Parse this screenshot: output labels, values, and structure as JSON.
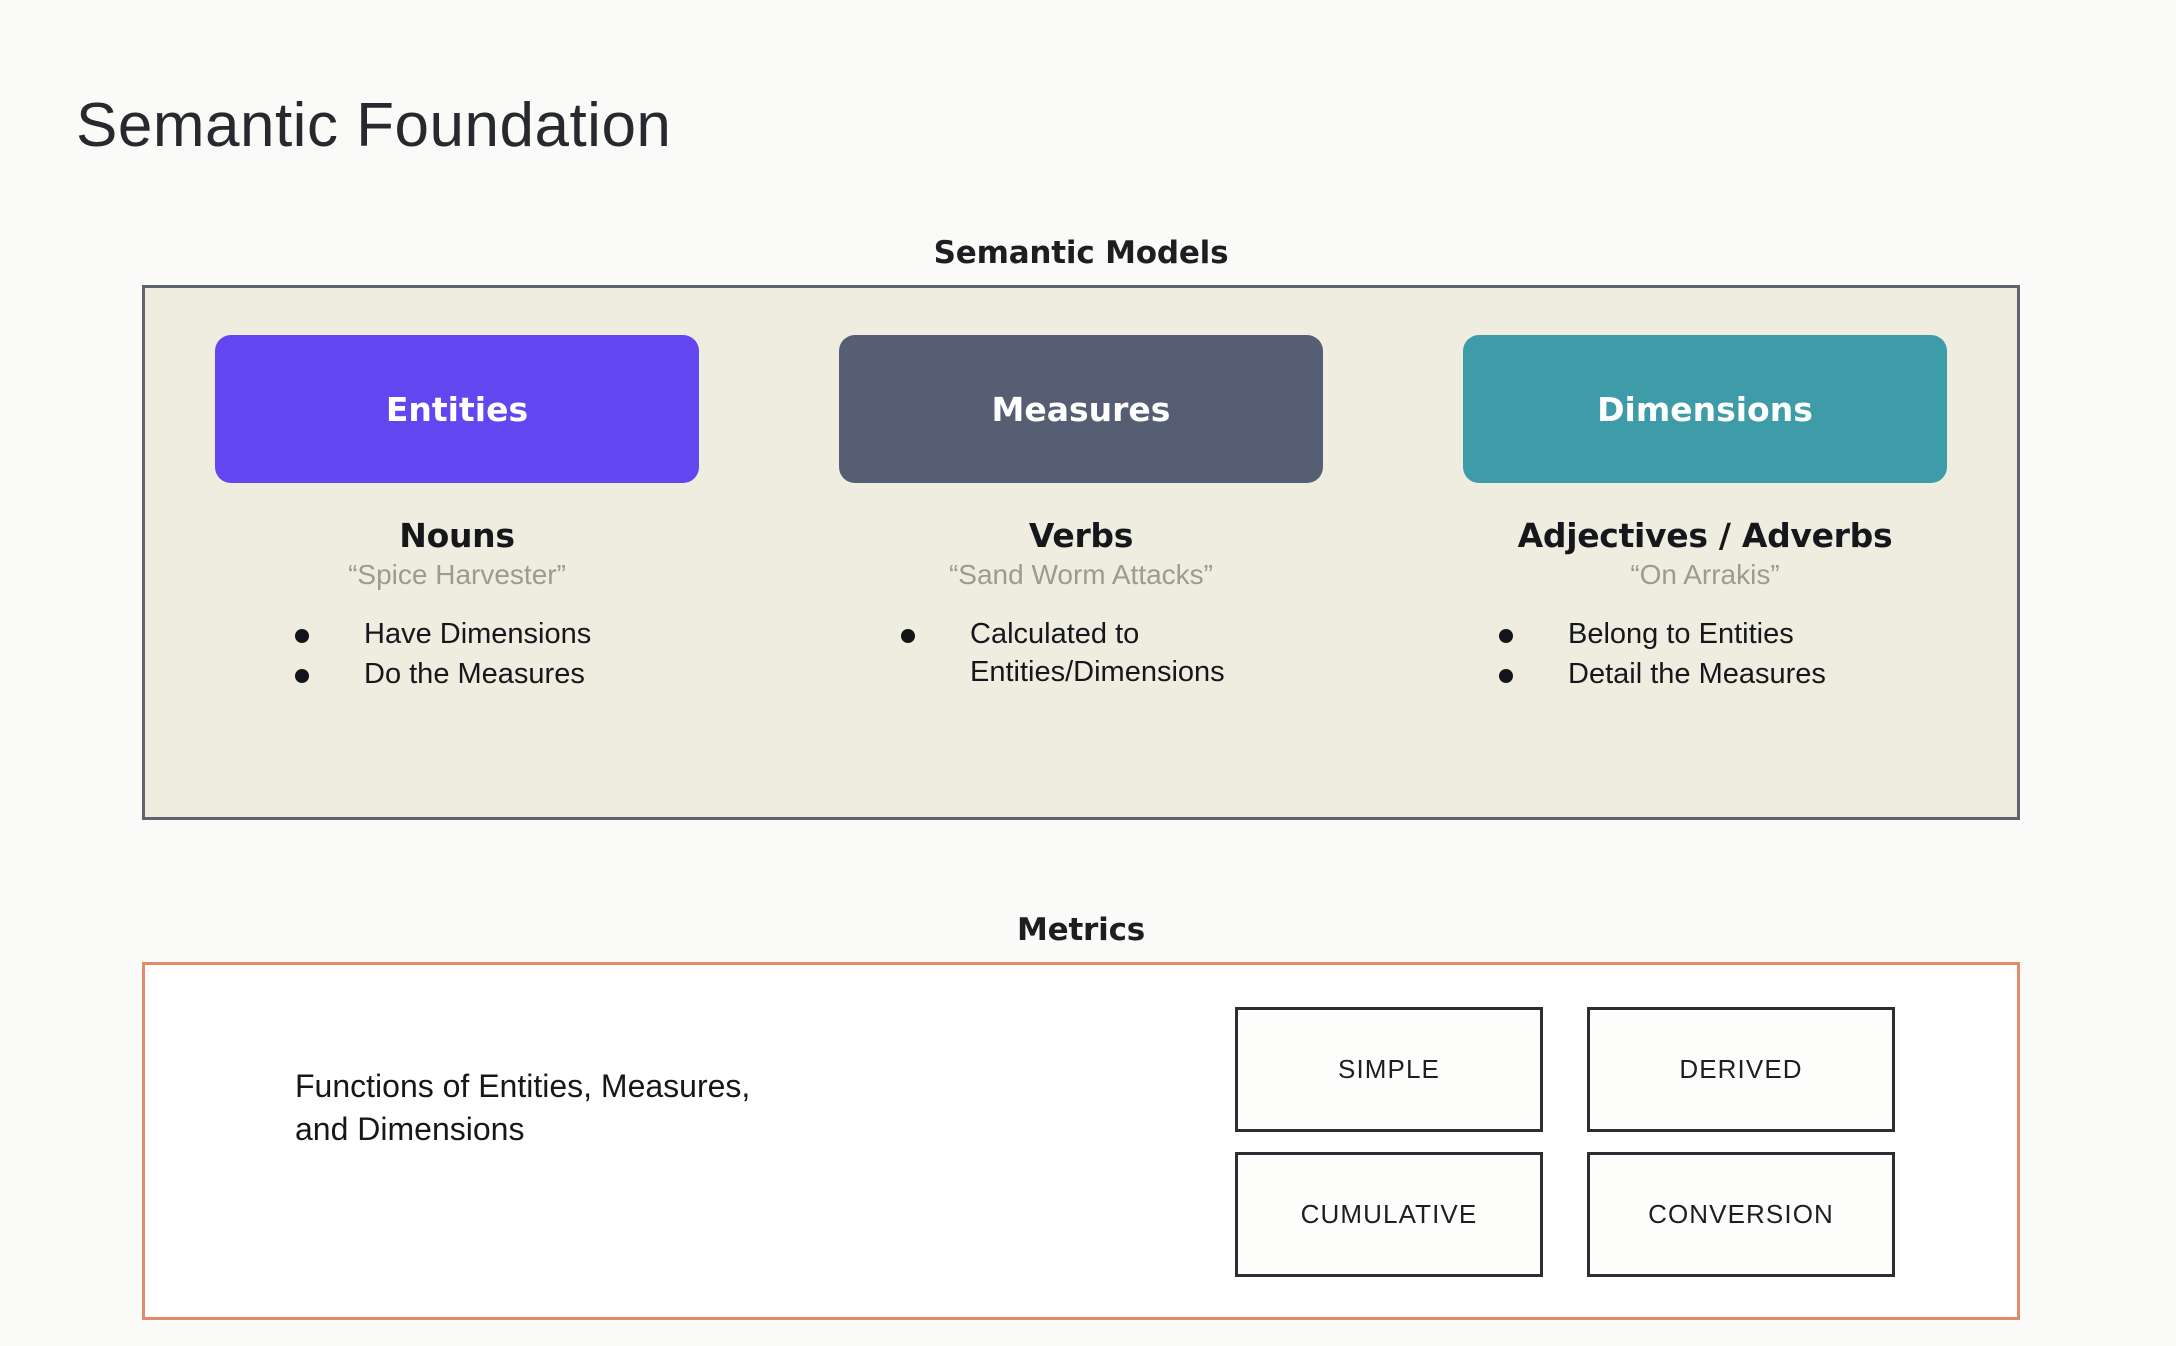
{
  "page": {
    "title": "Semantic Foundation",
    "background_color": "#FAFAF8"
  },
  "semantic_models": {
    "caption": "Semantic Models",
    "panel_background": "#EFEDE0",
    "panel_border_color": "#5D6470",
    "columns": [
      {
        "chip_label": "Entities",
        "chip_color": "#6246F0",
        "part_of_speech": "Nouns",
        "example": "“Spice Harvester”",
        "bullets": [
          "Have Dimensions",
          "Do the Measures"
        ]
      },
      {
        "chip_label": "Measures",
        "chip_color": "#555E72",
        "part_of_speech": "Verbs",
        "example": "“Sand Worm Attacks”",
        "bullets": [
          "Calculated to\nEntities/Dimensions"
        ]
      },
      {
        "chip_label": "Dimensions",
        "chip_color": "#3D9CA8",
        "part_of_speech": "Adjectives / Adverbs",
        "example": "“On Arrakis”",
        "bullets": [
          "Belong to Entities",
          "Detail the Measures"
        ]
      }
    ]
  },
  "metrics": {
    "caption": "Metrics",
    "panel_border_color": "#E08B6A",
    "description": "Functions of Entities, Measures,\nand Dimensions",
    "types": [
      "SIMPLE",
      "DERIVED",
      "CUMULATIVE",
      "CONVERSION"
    ]
  }
}
